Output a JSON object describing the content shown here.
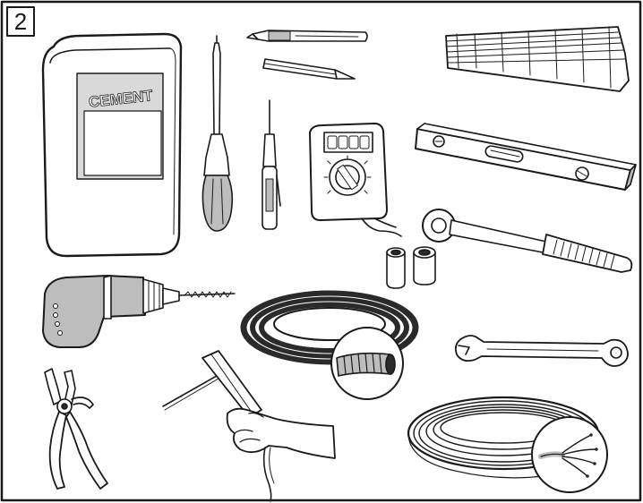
{
  "figure": {
    "step_number": "2",
    "cement_bag_label": "CEMENT"
  },
  "items": [
    {
      "id": "cement-bag",
      "icon": "cement-bag-icon"
    },
    {
      "id": "phillips-screwdriver",
      "icon": "screwdriver-icon"
    },
    {
      "id": "voltage-tester",
      "icon": "voltage-tester-icon"
    },
    {
      "id": "utility-knife",
      "icon": "utility-knife-icon"
    },
    {
      "id": "pencil",
      "icon": "pencil-icon"
    },
    {
      "id": "multimeter",
      "icon": "multimeter-icon"
    },
    {
      "id": "folding-ruler",
      "icon": "folding-ruler-icon"
    },
    {
      "id": "spirit-level",
      "icon": "spirit-level-icon"
    },
    {
      "id": "ratchet-wrench",
      "icon": "ratchet-wrench-icon"
    },
    {
      "id": "sockets",
      "icon": "socket-icon"
    },
    {
      "id": "electric-drill",
      "icon": "drill-icon"
    },
    {
      "id": "conduit-hose",
      "icon": "conduit-icon"
    },
    {
      "id": "combination-wrench",
      "icon": "combination-wrench-icon"
    },
    {
      "id": "wire-stripper-pliers",
      "icon": "pliers-icon"
    },
    {
      "id": "hand-with-wire",
      "icon": "hand-icon"
    },
    {
      "id": "electric-cable",
      "icon": "cable-icon"
    }
  ],
  "colors": {
    "line": "#1a1a1a",
    "fill": "#ffffff",
    "shade": "#bdbdbd",
    "dark": "#2a2a2a"
  }
}
